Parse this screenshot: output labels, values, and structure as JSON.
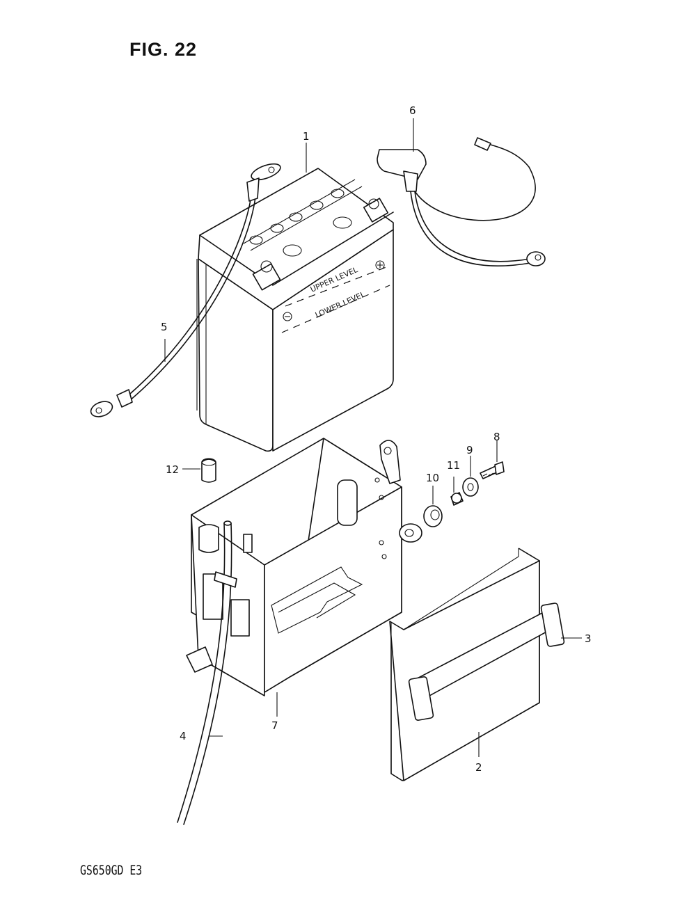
{
  "figure": {
    "title": "FIG. 22"
  },
  "footer": {
    "model": "GS650GD  E3"
  },
  "battery": {
    "upper_level": "UPPER LEVEL",
    "lower_level": "LOWER LEVEL"
  },
  "callouts": [
    {
      "id": "1",
      "label": "1"
    },
    {
      "id": "2",
      "label": "2"
    },
    {
      "id": "3",
      "label": "3"
    },
    {
      "id": "4",
      "label": "4"
    },
    {
      "id": "5",
      "label": "5"
    },
    {
      "id": "6",
      "label": "6"
    },
    {
      "id": "7",
      "label": "7"
    },
    {
      "id": "8",
      "label": "8"
    },
    {
      "id": "9",
      "label": "9"
    },
    {
      "id": "10",
      "label": "10"
    },
    {
      "id": "11",
      "label": "11"
    },
    {
      "id": "12",
      "label": "12"
    }
  ]
}
